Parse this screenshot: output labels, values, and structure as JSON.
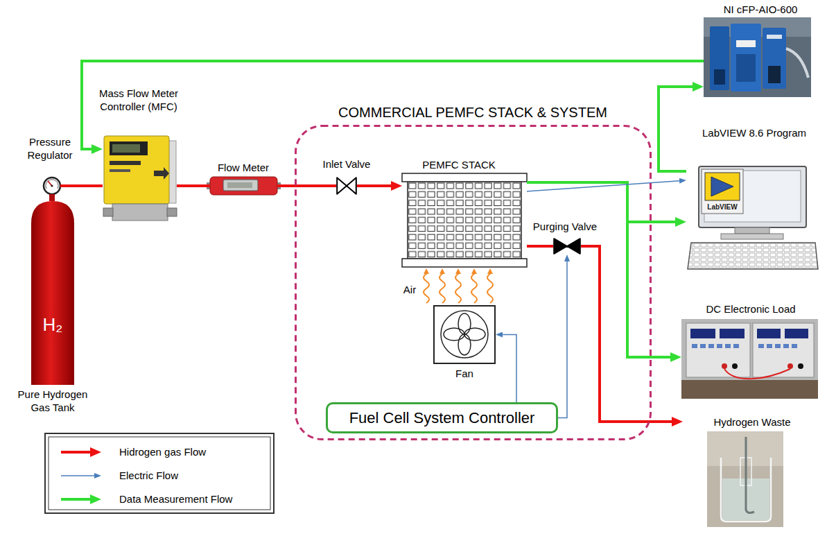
{
  "diagram": {
    "nodes": [
      {
        "text": [
          "NI cFP-AIO-600"
        ]
      },
      {
        "text": [
          "Pressure Regulator"
        ]
      },
      {
        "text": [
          "Mass Flow Meter Controller (MFC)"
        ]
      },
      {
        "text": [
          "Flow Meter"
        ]
      },
      {
        "text": [
          "COMMERCIAL PEMFC STACK & SYSTEM"
        ]
      },
      {
        "text": [
          "Inlet Valve"
        ],
        "in": 4
      },
      {
        "text": [
          "PEMFC STACK"
        ],
        "in": 4
      },
      {
        "text": [
          "Purging Valve"
        ],
        "in": 4
      },
      {
        "text": [
          "Fan"
        ],
        "in": 4
      },
      {
        "text": [
          "Fuel Cell System Controller"
        ],
        "in": 4
      },
      {
        "text": [
          "LabVIEW 8.6 Program",
          "LabVIEW"
        ]
      },
      {
        "text": [
          "H₂",
          "Pure Hydrogen Gas Tank"
        ]
      },
      {
        "text": [
          "DC Electronic Load"
        ]
      },
      {
        "text": [
          "Hydrogen Waste"
        ]
      }
    ],
    "edges": [
      {
        "from": 11,
        "to": 1,
        "arrow": "none"
      },
      {
        "from": 1,
        "to": 2,
        "arrow": "none"
      },
      {
        "from": 2,
        "to": 3,
        "arrow": "none"
      },
      {
        "from": 3,
        "to": 5,
        "arrow": "none"
      },
      {
        "from": 5,
        "to": 6,
        "arrow": "to"
      },
      {
        "from": 6,
        "to": 7,
        "arrow": "none"
      },
      {
        "from": 7,
        "to": 13,
        "arrow": "to"
      },
      {
        "from": 0,
        "to": 2,
        "arrow": "to"
      },
      {
        "from": 10,
        "to": 0,
        "arrow": "to"
      },
      {
        "from": 6,
        "to": 10,
        "arrow": "to"
      },
      {
        "from": 6,
        "to": 12,
        "arrow": "to"
      },
      {
        "from": 6,
        "to": 10,
        "arrow": "to"
      },
      {
        "from": 9,
        "to": 8,
        "arrow": "to"
      },
      {
        "from": 9,
        "to": 7,
        "arrow": "to"
      },
      {
        "from": 8,
        "to": 6,
        "arrow": "to"
      }
    ],
    "labels": [
      "Air"
    ],
    "legend": [
      {
        "text": "Hidrogen gas Flow"
      },
      {
        "text": "Electric Flow"
      },
      {
        "text": "Data Measurement Flow"
      }
    ]
  }
}
